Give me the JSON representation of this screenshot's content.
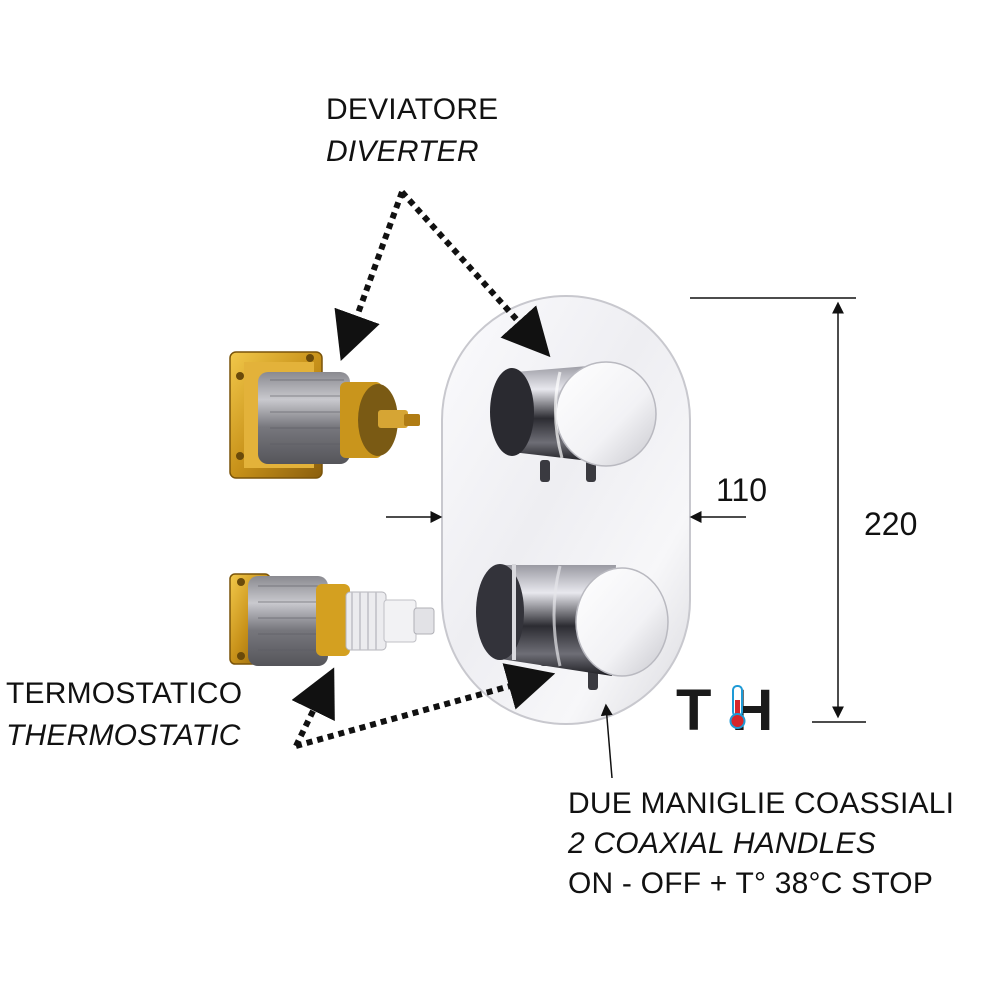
{
  "labels": {
    "diverter_it": "DEVIATORE",
    "diverter_en": "DIVERTER",
    "thermo_it": "TERMOSTATICO",
    "thermo_en": "THERMOSTATIC",
    "handles_it": "DUE MANIGLIE COASSIALI",
    "handles_en": "2 COAXIAL HANDLES",
    "handles_note": "ON - OFF + T°   38°C STOP"
  },
  "dimensions": {
    "width": "110",
    "height": "220"
  },
  "logo": {
    "text": "TH",
    "icon": "thermometer-icon"
  },
  "colors": {
    "chrome_light": "#f4f4f6",
    "chrome_dark": "#3a3a40",
    "brass": "#d4a020",
    "thermo_red": "#d7262b",
    "thermo_blue": "#1e9ad6",
    "text": "#111111"
  }
}
